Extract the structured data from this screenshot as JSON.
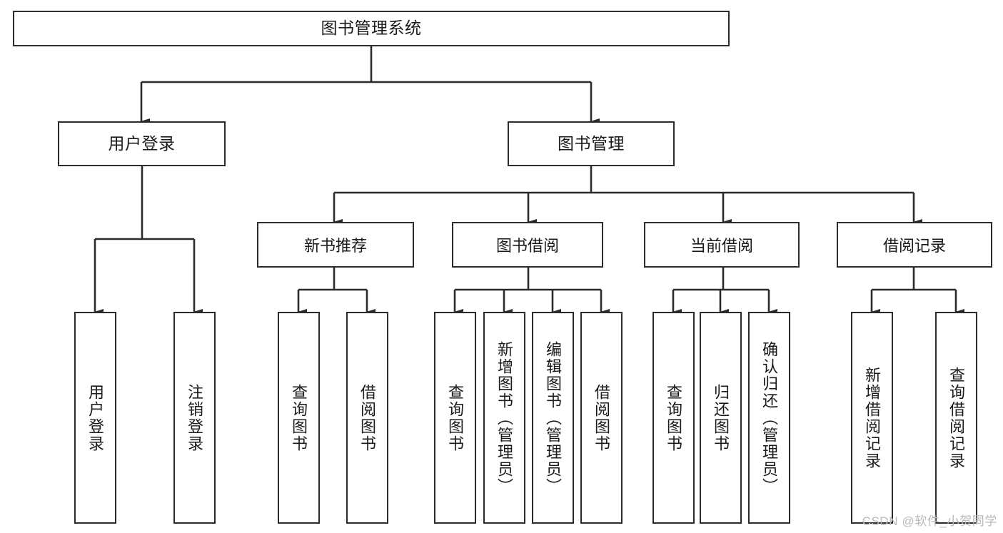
{
  "diagram": {
    "title": "图书管理系统",
    "watermark": "CSDN @软件_小贺同学",
    "line_color": "#2b2b2b",
    "box_fill": "#ffffff",
    "text_color": "#1a1a1a",
    "watermark_color": "#b9b9b9",
    "root": {
      "label": "图书管理系统"
    },
    "level2": [
      {
        "label": "用户登录"
      },
      {
        "label": "图书管理"
      }
    ],
    "level3": [
      {
        "label": "新书推荐"
      },
      {
        "label": "图书借阅"
      },
      {
        "label": "当前借阅"
      },
      {
        "label": "借阅记录"
      }
    ],
    "leaves": {
      "user_login": [
        {
          "label": "用户登录"
        },
        {
          "label": "注销登录"
        }
      ],
      "new_book": [
        {
          "label": "查询图书"
        },
        {
          "label": "借阅图书"
        }
      ],
      "book_borrow": [
        {
          "label": "查询图书"
        },
        {
          "label": "新增图书（管理员）"
        },
        {
          "label": "编辑图书（管理员）"
        },
        {
          "label": "借阅图书"
        }
      ],
      "current_borrow": [
        {
          "label": "查询图书"
        },
        {
          "label": "归还图书"
        },
        {
          "label": "确认归还（管理员）"
        }
      ],
      "borrow_record": [
        {
          "label": "新增借阅记录"
        },
        {
          "label": "查询借阅记录"
        }
      ]
    }
  },
  "chart_data": {
    "type": "table",
    "title": "图书管理系统 功能结构图",
    "nodes": [
      {
        "id": "root",
        "label": "图书管理系统",
        "level": 1,
        "parent": null
      },
      {
        "id": "user-login",
        "label": "用户登录",
        "level": 2,
        "parent": "root"
      },
      {
        "id": "book-manage",
        "label": "图书管理",
        "level": 2,
        "parent": "root"
      },
      {
        "id": "user-login-leaf-1",
        "label": "用户登录",
        "level": 3,
        "parent": "user-login"
      },
      {
        "id": "user-login-leaf-2",
        "label": "注销登录",
        "level": 3,
        "parent": "user-login"
      },
      {
        "id": "new-book",
        "label": "新书推荐",
        "level": 3,
        "parent": "book-manage"
      },
      {
        "id": "book-borrow",
        "label": "图书借阅",
        "level": 3,
        "parent": "book-manage"
      },
      {
        "id": "current-borrow",
        "label": "当前借阅",
        "level": 3,
        "parent": "book-manage"
      },
      {
        "id": "borrow-record",
        "label": "借阅记录",
        "level": 3,
        "parent": "book-manage"
      },
      {
        "id": "new-book-leaf-1",
        "label": "查询图书",
        "level": 4,
        "parent": "new-book"
      },
      {
        "id": "new-book-leaf-2",
        "label": "借阅图书",
        "level": 4,
        "parent": "new-book"
      },
      {
        "id": "book-borrow-leaf-1",
        "label": "查询图书",
        "level": 4,
        "parent": "book-borrow"
      },
      {
        "id": "book-borrow-leaf-2",
        "label": "新增图书（管理员）",
        "level": 4,
        "parent": "book-borrow"
      },
      {
        "id": "book-borrow-leaf-3",
        "label": "编辑图书（管理员）",
        "level": 4,
        "parent": "book-borrow"
      },
      {
        "id": "book-borrow-leaf-4",
        "label": "借阅图书",
        "level": 4,
        "parent": "book-borrow"
      },
      {
        "id": "current-borrow-leaf-1",
        "label": "查询图书",
        "level": 4,
        "parent": "current-borrow"
      },
      {
        "id": "current-borrow-leaf-2",
        "label": "归还图书",
        "level": 4,
        "parent": "current-borrow"
      },
      {
        "id": "current-borrow-leaf-3",
        "label": "确认归还（管理员）",
        "level": 4,
        "parent": "current-borrow"
      },
      {
        "id": "borrow-record-leaf-1",
        "label": "新增借阅记录",
        "level": 4,
        "parent": "borrow-record"
      },
      {
        "id": "borrow-record-leaf-2",
        "label": "查询借阅记录",
        "level": 4,
        "parent": "borrow-record"
      }
    ]
  }
}
